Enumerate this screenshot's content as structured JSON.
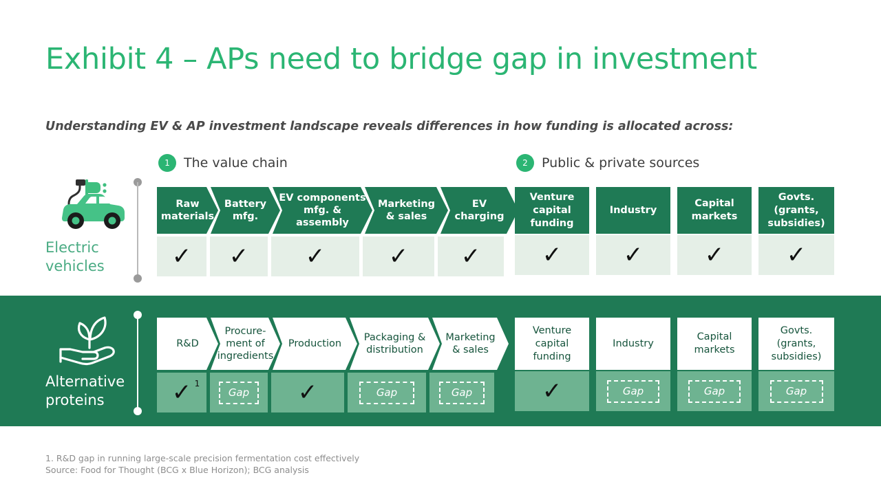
{
  "slide": {
    "title": "Exhibit 4 – APs need to bridge gap in investment",
    "subtitle": "Understanding EV & AP investment landscape reveals differences in how funding is allocated across:",
    "accent_green": "#2bb573",
    "dark_green": "#1f7a55",
    "band_green": "#1f7a55",
    "light_cell": "#e5efe7",
    "mid_cell": "#6eb391"
  },
  "sections": [
    {
      "number": "1",
      "title": "The value chain"
    },
    {
      "number": "2",
      "title": "Public & private sources"
    }
  ],
  "rows": [
    {
      "id": "electric-vehicles",
      "label": "Electric\nvehicles",
      "icon": "electric-car-charging-icon",
      "value_chain": [
        {
          "label": "Raw\nmaterials",
          "status": "check",
          "width": 72
        },
        {
          "label": "Battery\nmfg.",
          "status": "check",
          "width": 84
        },
        {
          "label": "EV components\nmfg. &\nassembly",
          "status": "check",
          "width": 128
        },
        {
          "label": "Marketing\n& sales",
          "status": "check",
          "width": 104
        },
        {
          "label": "EV\ncharging",
          "status": "check",
          "width": 96
        }
      ],
      "sources": [
        {
          "label": "Venture\ncapital\nfunding",
          "status": "check",
          "width": 108
        },
        {
          "label": "Industry",
          "status": "check",
          "width": 108
        },
        {
          "label": "Capital\nmarkets",
          "status": "check",
          "width": 108
        },
        {
          "label": "Govts.\n(grants,\nsubsidies)",
          "status": "check",
          "width": 110
        }
      ]
    },
    {
      "id": "alternative-proteins",
      "label": "Alternative\nproteins",
      "icon": "hand-holding-sprout-icon",
      "value_chain": [
        {
          "label": "R&D",
          "status": "check",
          "footnote": "1",
          "width": 72
        },
        {
          "label": "Procure-\nment of\ningredients",
          "status": "gap",
          "width": 84
        },
        {
          "label": "Production",
          "status": "check",
          "width": 106
        },
        {
          "label": "Packaging &\ndistribution",
          "status": "gap",
          "width": 114
        },
        {
          "label": "Marketing\n& sales",
          "status": "gap",
          "width": 94
        }
      ],
      "sources": [
        {
          "label": "Venture\ncapital\nfunding",
          "status": "check",
          "width": 108
        },
        {
          "label": "Industry",
          "status": "gap",
          "width": 108
        },
        {
          "label": "Capital\nmarkets",
          "status": "gap",
          "width": 108
        },
        {
          "label": "Govts.\n(grants,\nsubsidies)",
          "status": "gap",
          "width": 110
        }
      ]
    }
  ],
  "labels": {
    "gap_text": "Gap",
    "check_glyph": "✓"
  },
  "footnotes": [
    "1. R&D gap in running large-scale precision fermentation cost effectively",
    "Source: Food for Thought (BCG x Blue Horizon); BCG analysis"
  ]
}
